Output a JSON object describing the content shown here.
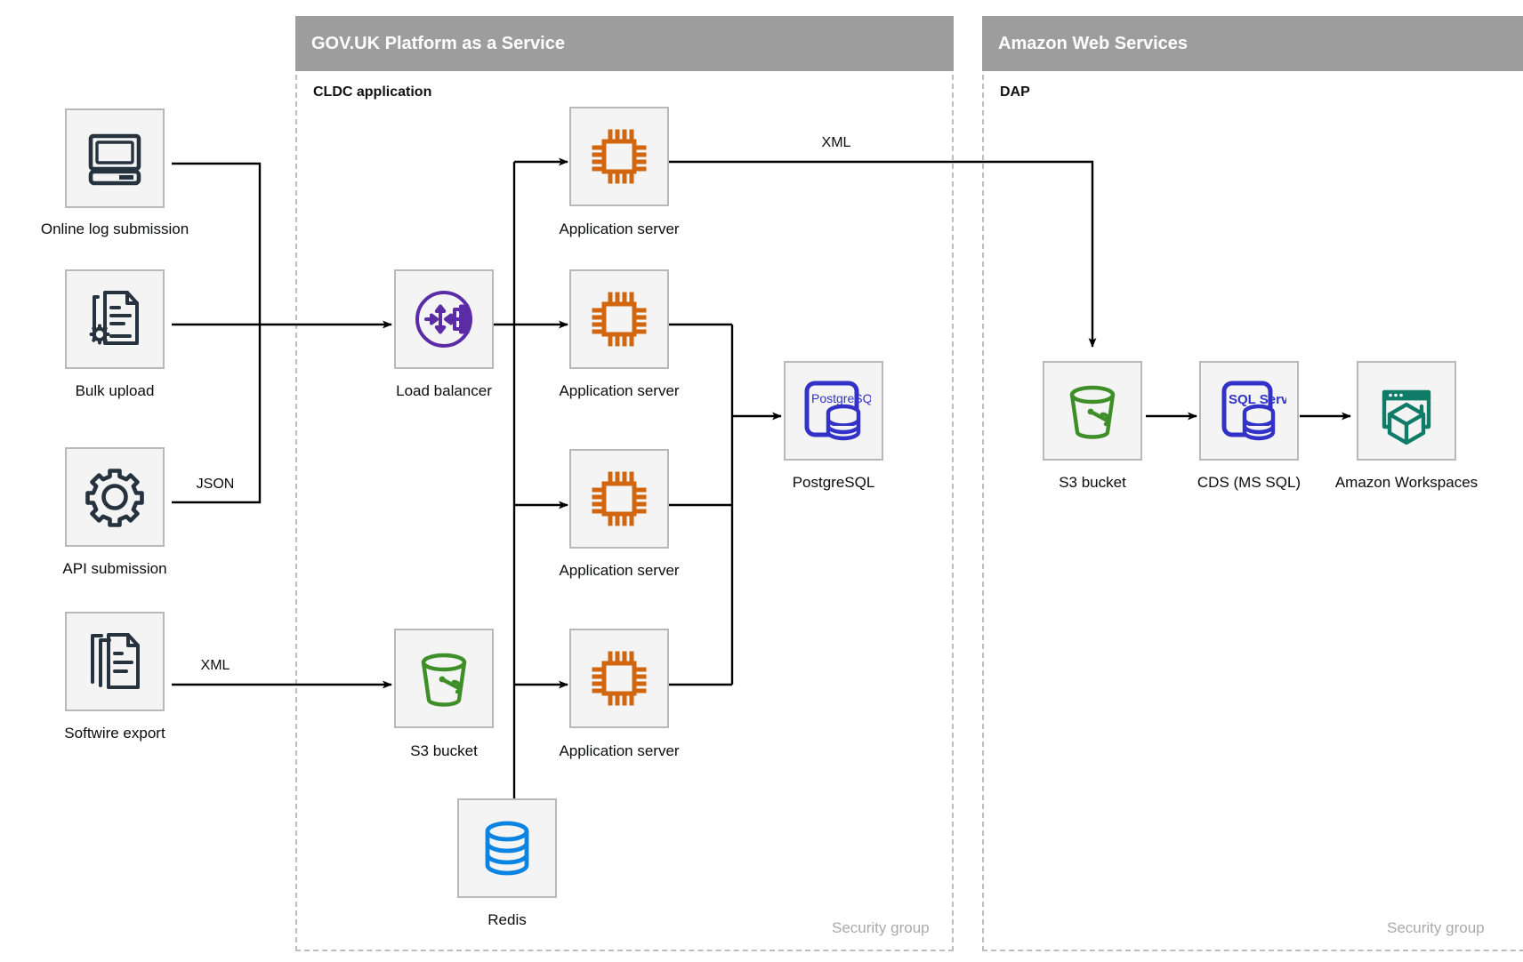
{
  "groups": [
    {
      "title": "GOV.UK Platform as a Service",
      "inner_label": "CLDC application",
      "security_label": "Security group"
    },
    {
      "title": "Amazon Web Services",
      "inner_label": "DAP",
      "security_label": "Security group"
    }
  ],
  "nodes": [
    {
      "id": "online-log-submission",
      "label": "Online log submission",
      "icon": "desktop-computer-icon",
      "color": "#27323f"
    },
    {
      "id": "bulk-upload",
      "label": "Bulk upload",
      "icon": "document-gear-icon",
      "color": "#27323f"
    },
    {
      "id": "api-submission",
      "label": "API submission",
      "icon": "gear-icon",
      "color": "#27323f"
    },
    {
      "id": "softwire-export",
      "label": "Softwire export",
      "icon": "documents-stack-icon",
      "color": "#27323f"
    },
    {
      "id": "load-balancer",
      "label": "Load balancer",
      "icon": "load-balancer-icon",
      "color": "#5b2ca5"
    },
    {
      "id": "application-server-1",
      "label": "Application server",
      "icon": "cpu-chip-icon",
      "color": "#d2660f"
    },
    {
      "id": "application-server-2",
      "label": "Application server",
      "icon": "cpu-chip-icon",
      "color": "#d2660f"
    },
    {
      "id": "application-server-3",
      "label": "Application server",
      "icon": "cpu-chip-icon",
      "color": "#d2660f"
    },
    {
      "id": "application-server-4",
      "label": "Application server",
      "icon": "cpu-chip-icon",
      "color": "#d2660f"
    },
    {
      "id": "postgresql",
      "label": "PostgreSQL",
      "icon": "postgresql-icon",
      "color": "#3232c8",
      "icon_text": "PostgreSQL"
    },
    {
      "id": "s3-bucket-paas",
      "label": "S3 bucket",
      "icon": "s3-bucket-icon",
      "color": "#3f8f29"
    },
    {
      "id": "redis",
      "label": "Redis",
      "icon": "database-cylinder-icon",
      "color": "#0a84e2"
    },
    {
      "id": "s3-bucket-aws",
      "label": "S3 bucket",
      "icon": "s3-bucket-icon",
      "color": "#3f8f29"
    },
    {
      "id": "cds-ms-sql",
      "label": "CDS (MS SQL)",
      "icon": "sql-server-icon",
      "color": "#3232c8",
      "icon_text": "SQL Server"
    },
    {
      "id": "amazon-workspaces",
      "label": "Amazon Workspaces",
      "icon": "workspaces-cube-icon",
      "color": "#0e7c66"
    }
  ],
  "edge_labels": [
    {
      "id": "json-label",
      "text": "JSON"
    },
    {
      "id": "xml-left-label",
      "text": "XML"
    },
    {
      "id": "xml-top-label",
      "text": "XML"
    }
  ]
}
